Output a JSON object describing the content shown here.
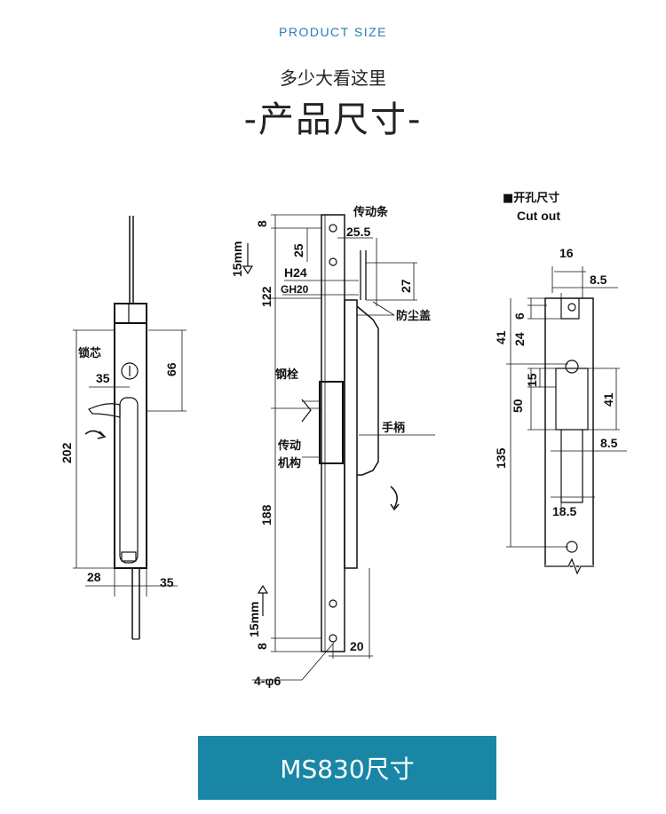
{
  "header": {
    "eyebrow": "PRODUCT SIZE",
    "subtitle": "多少大看这里",
    "title": "-产品尺寸-"
  },
  "drawing": {
    "front": {
      "lock_core": "锁芯",
      "d35": "35",
      "d66": "66",
      "d202": "202",
      "d28": "28",
      "d35b": "35"
    },
    "side": {
      "drive_bar": "传动条",
      "d8a": "8",
      "d25": "25",
      "d25_5": "25.5",
      "d15a": "15mm",
      "h24": "H24",
      "gh20": "GH20",
      "d27": "27",
      "d122": "122",
      "dust_cover": "防尘盖",
      "steel_bolt": "钢栓",
      "handle": "手柄",
      "drive_mech_1": "传动",
      "drive_mech_2": "机构",
      "d188": "188",
      "d15b": "15mm",
      "d8b": "8",
      "d20": "20",
      "holes": "4-φ6"
    },
    "cutout": {
      "title_cn": "■开孔尺寸",
      "title_en": "Cut out",
      "d16": "16",
      "d8_5a": "8.5",
      "d6": "6",
      "d24": "24",
      "d41a": "41",
      "d15": "15",
      "d50": "50",
      "d41b": "41",
      "d8_5b": "8.5",
      "d135": "135",
      "d18_5": "18.5"
    }
  },
  "banner": {
    "label": "MS830尺寸",
    "color": "#1a86a6"
  }
}
